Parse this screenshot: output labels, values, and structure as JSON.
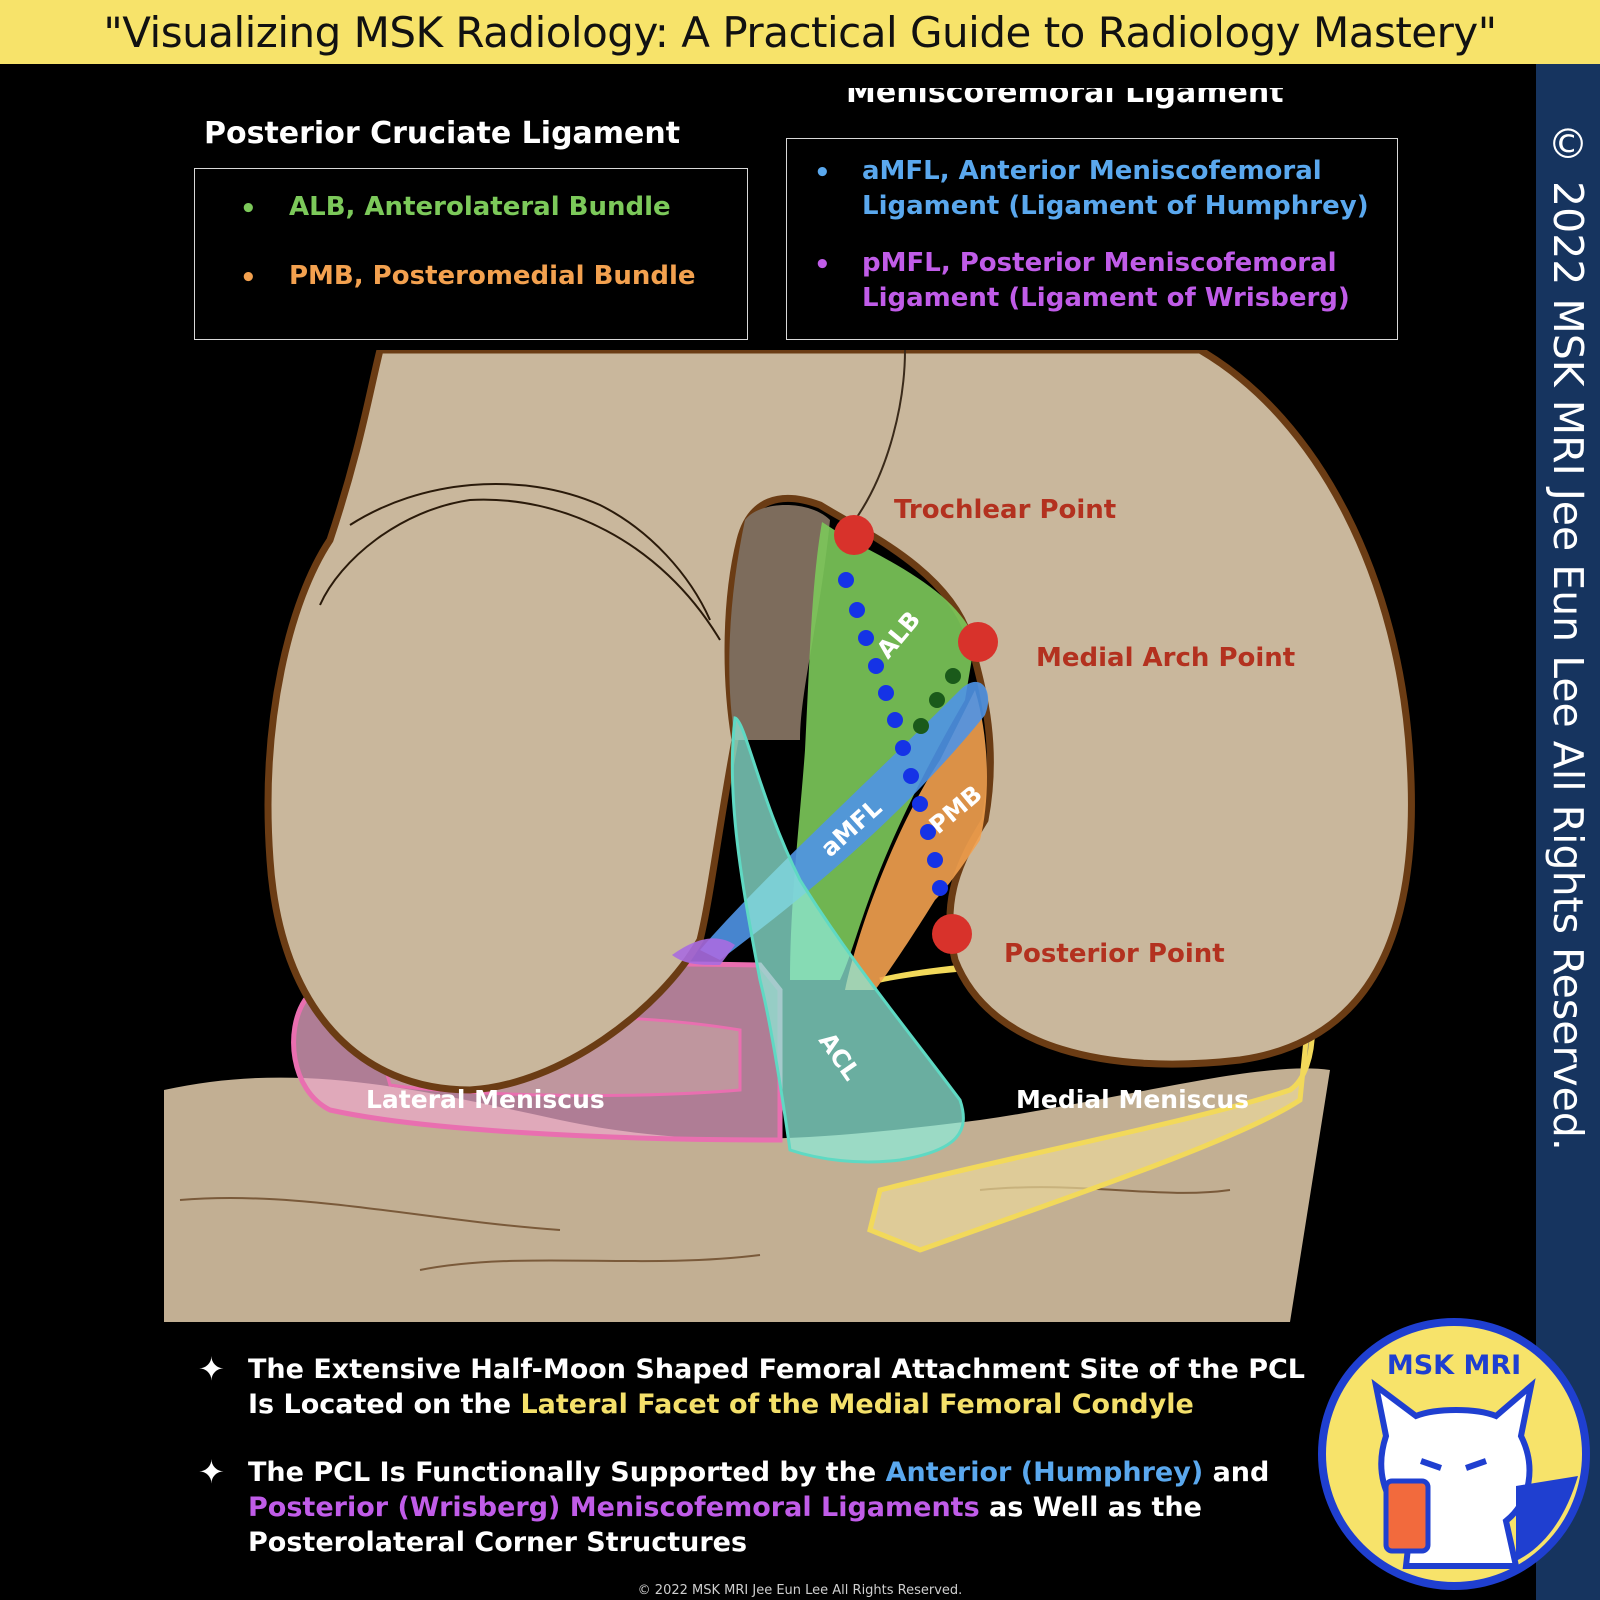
{
  "header": {
    "title": "\"Visualizing MSK Radiology: A Practical Guide to Radiology Mastery\""
  },
  "side_copyright": "© 2022 MSK MRI Jee Eun Lee All Rights Reserved.",
  "legend_pcl": {
    "title": "Posterior Cruciate Ligament",
    "items": [
      {
        "text": "ALB, Anterolateral Bundle",
        "color": "#7cc95a"
      },
      {
        "text": "PMB, Posteromedial Bundle",
        "color": "#f3a14f"
      }
    ]
  },
  "legend_mfl": {
    "title": "Meniscofemoral Ligament",
    "items": [
      {
        "line1": "aMFL, Anterior Meniscofemoral",
        "line2": "Ligament (Ligament of Humphrey)",
        "color": "#5aa8ee"
      },
      {
        "line1": "pMFL, Posterior Meniscofemoral",
        "line2": "Ligament (Ligament of Wrisberg)",
        "color": "#c05ce8"
      }
    ]
  },
  "diagram_labels": {
    "trochlear_point": "Trochlear Point",
    "medial_arch_point": "Medial Arch Point",
    "posterior_point": "Posterior Point",
    "alb": "ALB",
    "pmb": "PMB",
    "amfl": "aMFL",
    "acl": "ACL",
    "lateral_meniscus": "Lateral Meniscus",
    "medial_meniscus": "Medial Meniscus"
  },
  "notes": [
    {
      "parts": [
        "The Extensive Half-Moon Shaped Femoral Attachment Site of the PCL Is Located on the ",
        "Lateral Facet of the Medial Femoral Condyle"
      ]
    },
    {
      "parts": [
        "The PCL Is Functionally Supported by the ",
        "Anterior (Humphrey)",
        " and ",
        "Posterior (Wrisberg) Meniscofemoral Ligaments",
        " as Well as the Posterolateral Corner Structures"
      ]
    }
  ],
  "logo_text": "MSK MRI",
  "footer": "© 2022 MSK MRI Jee Eun Lee All Rights Reserved.",
  "colors": {
    "title_bar": "#f7e36a",
    "side_band": "#16345f",
    "bone": "#c9b79c",
    "outline": "#6b3c14",
    "point_red": "#d8322b",
    "label_red": "#b3311f",
    "alb_green": "#7cc95a",
    "pmb_orange": "#f3a14f",
    "amfl_blue": "#4f93e6",
    "acl_cyan": "#8ee8d6",
    "lateral_meniscus_pink": "#e96fb0",
    "medial_meniscus_yellow": "#f2d95a"
  }
}
